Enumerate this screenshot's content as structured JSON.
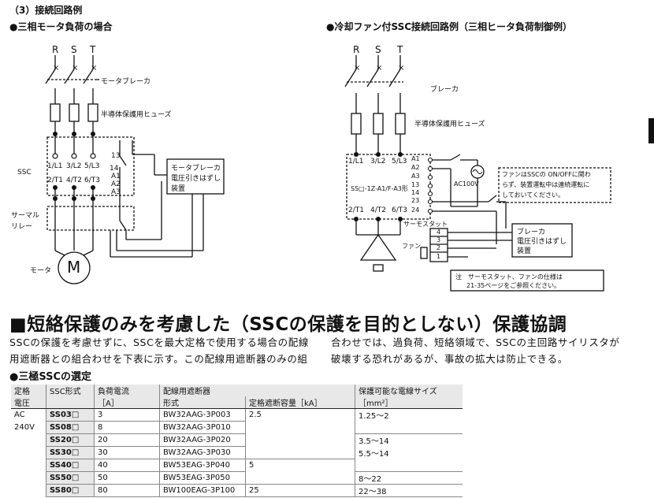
{
  "section": {
    "heading": "（3）接続回路例"
  },
  "diagram_left": {
    "title": "●三相モータ負荷の場合",
    "phases": [
      "R",
      "S",
      "T"
    ],
    "breaker": "モータブレーカ",
    "fuse": "半導体保護用ヒューズ",
    "ssc": "SSC",
    "terminals_in": [
      "1/L1",
      "3/L2",
      "5/L3"
    ],
    "terminals_out": [
      "2/T1",
      "4/T2",
      "6/T3"
    ],
    "aux": [
      "13",
      "14",
      "A1",
      "A2",
      "A3"
    ],
    "box": [
      "モータブレーカ",
      "電圧引きはずし",
      "装置"
    ],
    "thermal": [
      "サーマル",
      "リレー"
    ],
    "motor_label": "モータ",
    "motor_symbol": "M"
  },
  "diagram_right": {
    "title": "●冷却ファン付SSC接続回路例（三相ヒータ負荷制御例）",
    "phases": [
      "R",
      "S",
      "T"
    ],
    "breaker": "ブレーカ",
    "fuse": "半導体保護用ヒューズ",
    "terminals_in": [
      "1/L1",
      "3/L2",
      "5/L3"
    ],
    "terminals_out": [
      "2/T1",
      "4/T2",
      "6/T3"
    ],
    "model": "SS□-1Z-A1/F-A3形",
    "aux": [
      "A1",
      "A2",
      "A3",
      "13",
      "14",
      "23",
      "24"
    ],
    "supply": "AC100V",
    "note_box": [
      "ファンはSSCの ON/OFFに関わ",
      "らず、装置運転中は連続運転に",
      "しておいてください。"
    ],
    "thermostat": "サーモスタット",
    "fan": "ファン",
    "fan_terminals": [
      "4",
      "3",
      "2",
      "1"
    ],
    "box": [
      "ブレーカ",
      "電圧引きはずし",
      "装置"
    ],
    "footnote": [
      "注　サーモスタット、ファンの仕様は",
      "21-35ページをご参照ください。"
    ]
  },
  "main": {
    "title": "■短絡保護のみを考慮した（SSCの保護を目的としない）保護協調",
    "para_left": [
      "SSCの保護を考慮せずに、SSCを最大定格で使用する場合の配線",
      "用遮断器との組合わせを下表に示す。この配線用遮断器のみの組"
    ],
    "para_right": [
      "合わせでは、過負荷、短絡領域で、SSCの主回路サイリスタが",
      "破壊する恐れがあるが、事故の拡大は防止できる。"
    ],
    "subtitle": "●三極SSCの選定"
  },
  "table": {
    "headers": {
      "rating": [
        "定格",
        "電圧"
      ],
      "model": "SSC形式",
      "current": [
        "負荷電流",
        "［A］"
      ],
      "breaker": "配線用遮断器",
      "breaker_model": "形式",
      "capacity": "定格遮断容量［kA］",
      "wire": [
        "保護可能な電線サイズ",
        "［mm²］"
      ]
    },
    "voltage": [
      "AC",
      "240V"
    ],
    "rows": [
      {
        "model": "SS03□",
        "current": "3",
        "breaker": "BW32AAG-3P003",
        "capacity": "2.5",
        "wire": "1.25～2"
      },
      {
        "model": "SS08□",
        "current": "8",
        "breaker": "BW32AAG-3P010",
        "capacity": "",
        "wire": ""
      },
      {
        "model": "SS20□",
        "current": "20",
        "breaker": "BW32AAG-3P020",
        "capacity": "",
        "wire": "3.5～14"
      },
      {
        "model": "SS30□",
        "current": "30",
        "breaker": "BW32AAG-3P030",
        "capacity": "",
        "wire": "5.5～14"
      },
      {
        "model": "SS40□",
        "current": "40",
        "breaker": "BW53EAG-3P040",
        "capacity": "5",
        "wire": ""
      },
      {
        "model": "SS50□",
        "current": "50",
        "breaker": "BW53EAG-3P050",
        "capacity": "",
        "wire": "8～22"
      },
      {
        "model": "SS80□",
        "current": "80",
        "breaker": "BW100EAG-3P100",
        "capacity": "25",
        "wire": "22～38"
      }
    ]
  }
}
